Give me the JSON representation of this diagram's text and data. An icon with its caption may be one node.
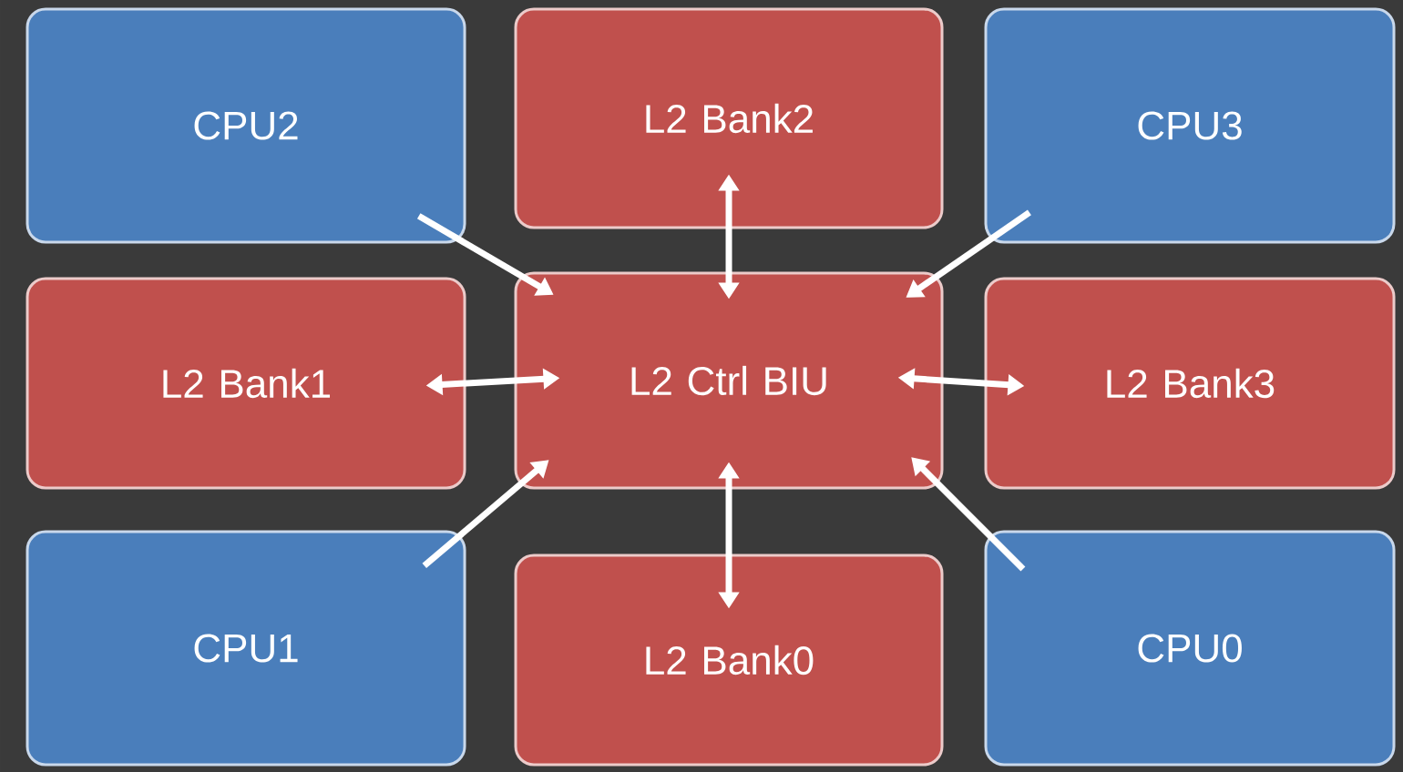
{
  "diagram": {
    "nodes": [
      {
        "text": [
          "CPU2"
        ]
      },
      {
        "text": [
          "L2 Bank2"
        ]
      },
      {
        "text": [
          "CPU3"
        ]
      },
      {
        "text": [
          "L2 Bank1"
        ]
      },
      {
        "text": [
          "L2 Ctrl BIU"
        ]
      },
      {
        "text": [
          "L2 Bank3"
        ]
      },
      {
        "text": [
          "CPU1"
        ]
      },
      {
        "text": [
          "L2 Bank0"
        ]
      },
      {
        "text": [
          "CPU0"
        ]
      }
    ],
    "edges": [
      {
        "from": 0,
        "to": 4,
        "arrow": "to"
      },
      {
        "from": 2,
        "to": 4,
        "arrow": "to"
      },
      {
        "from": 1,
        "to": 4,
        "arrow": "both"
      },
      {
        "from": 3,
        "to": 4,
        "arrow": "both"
      },
      {
        "from": 5,
        "to": 4,
        "arrow": "both"
      },
      {
        "from": 7,
        "to": 4,
        "arrow": "both"
      },
      {
        "from": 6,
        "to": 4,
        "arrow": "to"
      },
      {
        "from": 8,
        "to": 4,
        "arrow": "to"
      }
    ]
  }
}
